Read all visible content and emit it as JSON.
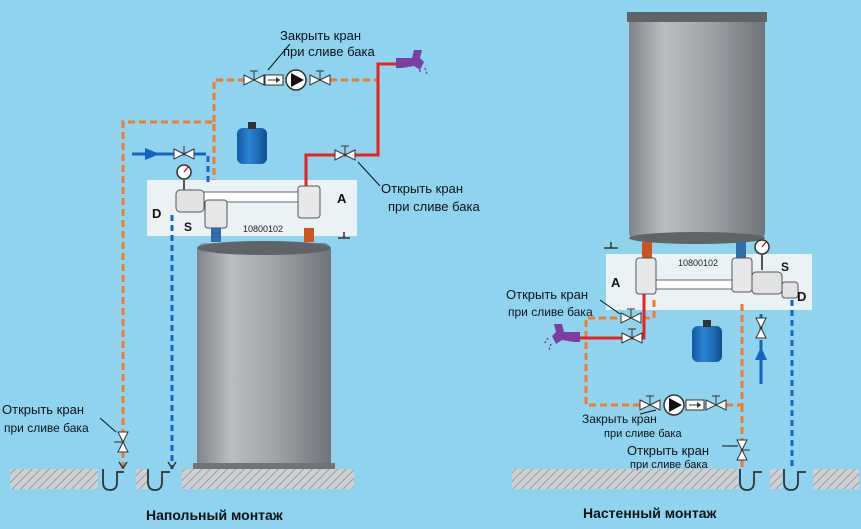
{
  "floor_install": {
    "caption": "Напольный монтаж",
    "module_code": "10800102",
    "label_d": "D",
    "label_s": "S",
    "label_a": "A",
    "note_close_line1": "Закрыть кран",
    "note_close_line2": "при сливе бака",
    "note_open_right_line1": "Открыть кран",
    "note_open_right_line2": "при сливе бака",
    "note_open_left_line1": "Открыть кран",
    "note_open_left_line2": "при сливе бака"
  },
  "wall_install": {
    "caption": "Настенный монтаж",
    "module_code": "10800102",
    "label_d": "D",
    "label_s": "S",
    "label_a": "A",
    "note_open_left_line1": "Открыть кран",
    "note_open_left_line2": "при сливе бака",
    "note_close_line1": "Закрыть кран",
    "note_close_line2": "при сливе бака",
    "note_open_bottom_line1": "Открыть кран",
    "note_open_bottom_line2": "при сливе бака"
  },
  "colors": {
    "background": "#8fd3ee",
    "hot_water_line": "#e8231e",
    "recirculation_line": "#f07b2a",
    "cold_water_line": "#1565c0",
    "expansion_vessel": "#1f78c8",
    "tank_gray": "#a9adb2",
    "faucet_purple": "#7b3fa0"
  },
  "icons": [
    "valve-icon",
    "pump-icon",
    "check-valve-icon",
    "faucet-icon",
    "expansion-vessel-icon",
    "pressure-gauge-icon",
    "drain-siphon-icon",
    "arrow-icon"
  ]
}
